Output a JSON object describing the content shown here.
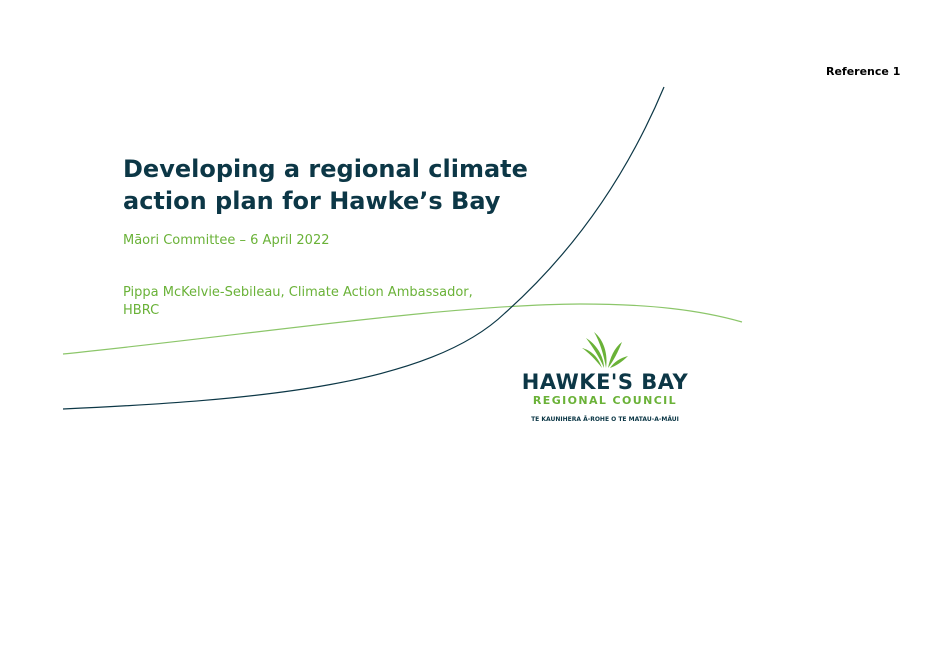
{
  "header": {
    "reference_label": "Reference 1"
  },
  "slide": {
    "title_line1": "Developing a regional climate",
    "title_line2": "action plan for Hawke’s Bay",
    "subtitle": "Māori Committee – 6 April 2022",
    "presenter_line1": "Pippa McKelvie-Sebileau, Climate Action Ambassador,",
    "presenter_line2": "HBRC"
  },
  "logo": {
    "name": "HAWKE'S BAY",
    "subtitle": "REGIONAL COUNCIL",
    "maori_name": "TE KAUNIHERA Ā-ROHE O TE MATAU-A-MĀUI",
    "icon": "fern-leaves-icon"
  },
  "colors": {
    "navy": "#0c3746",
    "green": "#6ab238",
    "light_green": "#8cc66a"
  }
}
